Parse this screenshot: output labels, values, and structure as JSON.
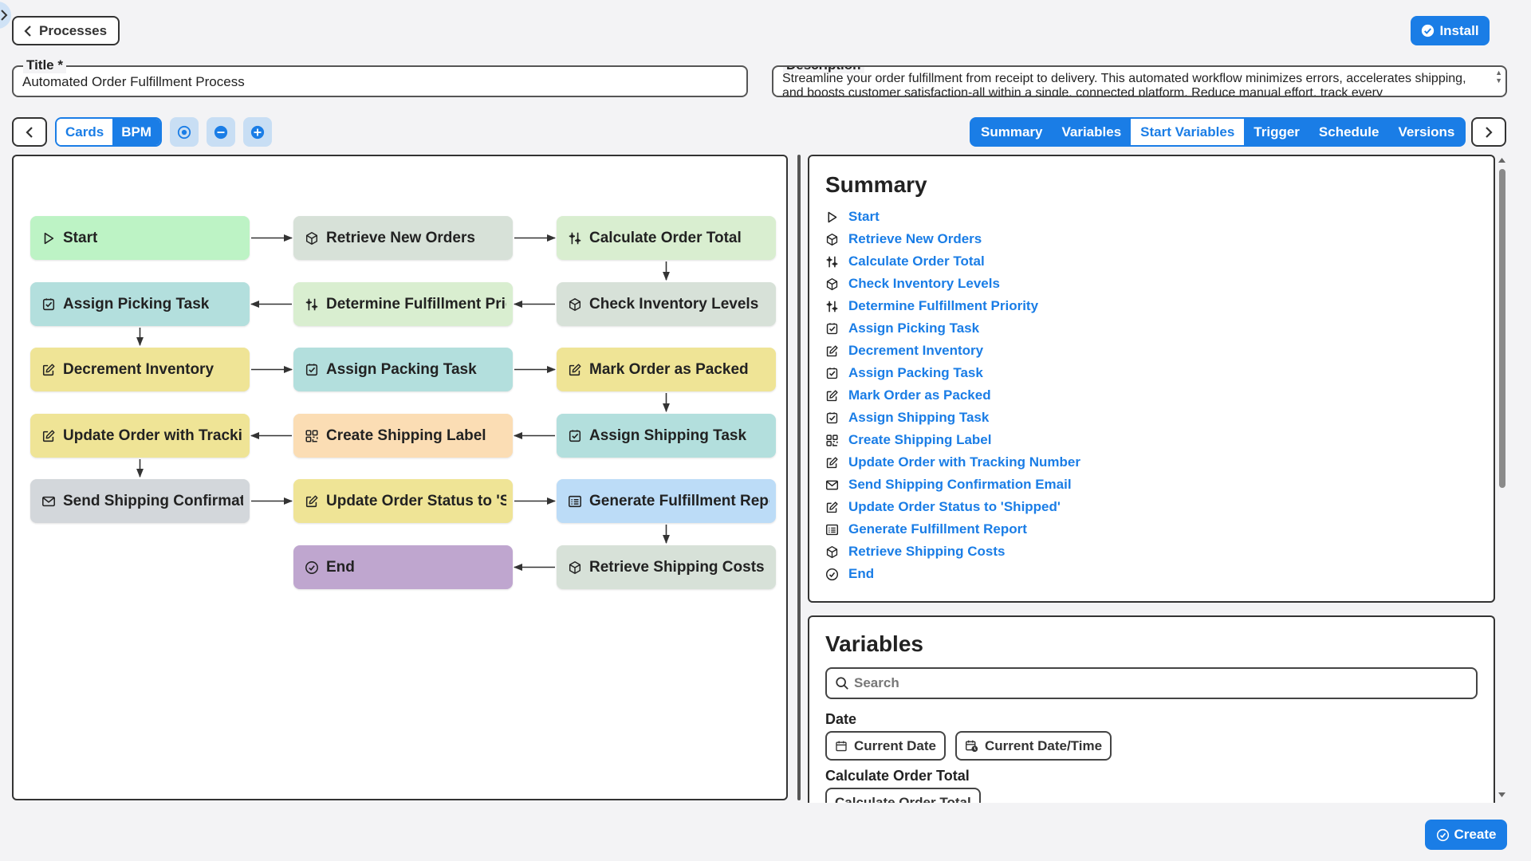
{
  "header": {
    "back_label": "Processes",
    "install_label": "Install"
  },
  "form": {
    "title_label": "Title *",
    "title_value": "Automated Order Fulfillment Process",
    "description_label": "Description",
    "description_value": "Streamline your order fulfillment from receipt to delivery. This automated workflow minimizes errors, accelerates shipping, and boosts customer satisfaction-all within a single, connected platform. Reduce manual effort, track every"
  },
  "toolbar": {
    "view_cards": "Cards",
    "view_bpm": "BPM",
    "active_view": "BPM"
  },
  "tabs": [
    {
      "label": "Summary"
    },
    {
      "label": "Variables"
    },
    {
      "label": "Start Variables"
    },
    {
      "label": "Trigger"
    },
    {
      "label": "Schedule"
    },
    {
      "label": "Versions"
    }
  ],
  "active_tab": "Start Variables",
  "flow": {
    "nodes": [
      {
        "label": "Start",
        "icon": "play-icon",
        "color": "#bdf3c5"
      },
      {
        "label": "Retrieve New Orders",
        "icon": "cube-icon",
        "color": "#d7e1d8"
      },
      {
        "label": "Calculate Order Total",
        "icon": "sliders-icon",
        "color": "#d9eed0"
      },
      {
        "label": "Assign Picking Task",
        "icon": "checkbox-icon",
        "color": "#b3dfdd"
      },
      {
        "label": "Determine Fulfillment Priority",
        "icon": "sliders-icon",
        "color": "#d9eed0"
      },
      {
        "label": "Check Inventory Levels",
        "icon": "cube-icon",
        "color": "#d7e1d8"
      },
      {
        "label": "Decrement Inventory",
        "icon": "edit-icon",
        "color": "#efe496"
      },
      {
        "label": "Assign Packing Task",
        "icon": "checkbox-icon",
        "color": "#b3dfdd"
      },
      {
        "label": "Mark Order as Packed",
        "icon": "edit-icon",
        "color": "#efe496"
      },
      {
        "label": "Update Order with Tracking Number",
        "icon": "edit-icon",
        "color": "#efe496"
      },
      {
        "label": "Create Shipping Label",
        "icon": "qr-icon",
        "color": "#fbddb4"
      },
      {
        "label": "Assign Shipping Task",
        "icon": "checkbox-icon",
        "color": "#b3dfdd"
      },
      {
        "label": "Send Shipping Confirmation Email",
        "icon": "mail-icon",
        "color": "#d3d7db"
      },
      {
        "label": "Update Order Status to 'Shipped'",
        "icon": "edit-icon",
        "color": "#efe496"
      },
      {
        "label": "Generate Fulfillment Report",
        "icon": "list-icon",
        "color": "#bcdcf7"
      },
      {
        "label": "End",
        "icon": "check-circle-icon",
        "color": "#bfa6cf"
      },
      {
        "label": "Retrieve Shipping Costs",
        "icon": "cube-icon",
        "color": "#d7e1d8"
      }
    ]
  },
  "summary": {
    "heading": "Summary",
    "items": [
      {
        "label": "Start",
        "icon": "play-icon"
      },
      {
        "label": "Retrieve New Orders",
        "icon": "cube-icon"
      },
      {
        "label": "Calculate Order Total",
        "icon": "sliders-icon"
      },
      {
        "label": "Check Inventory Levels",
        "icon": "cube-icon"
      },
      {
        "label": "Determine Fulfillment Priority",
        "icon": "sliders-icon"
      },
      {
        "label": "Assign Picking Task",
        "icon": "checkbox-icon"
      },
      {
        "label": "Decrement Inventory",
        "icon": "edit-icon"
      },
      {
        "label": "Assign Packing Task",
        "icon": "checkbox-icon"
      },
      {
        "label": "Mark Order as Packed",
        "icon": "edit-icon"
      },
      {
        "label": "Assign Shipping Task",
        "icon": "checkbox-icon"
      },
      {
        "label": "Create Shipping Label",
        "icon": "qr-icon"
      },
      {
        "label": "Update Order with Tracking Number",
        "icon": "edit-icon"
      },
      {
        "label": "Send Shipping Confirmation Email",
        "icon": "mail-icon"
      },
      {
        "label": "Update Order Status to 'Shipped'",
        "icon": "edit-icon"
      },
      {
        "label": "Generate Fulfillment Report",
        "icon": "list-icon"
      },
      {
        "label": "Retrieve Shipping Costs",
        "icon": "cube-icon"
      },
      {
        "label": "End",
        "icon": "check-circle-icon"
      }
    ]
  },
  "variables": {
    "heading": "Variables",
    "search_placeholder": "Search",
    "groups": [
      {
        "label": "Date",
        "chips": [
          "Current Date",
          "Current Date/Time"
        ]
      },
      {
        "label": "Calculate Order Total",
        "chips": [
          "Calculate Order Total"
        ]
      }
    ]
  },
  "footer": {
    "create_label": "Create"
  },
  "colors": {
    "accent": "#1a7de6"
  }
}
